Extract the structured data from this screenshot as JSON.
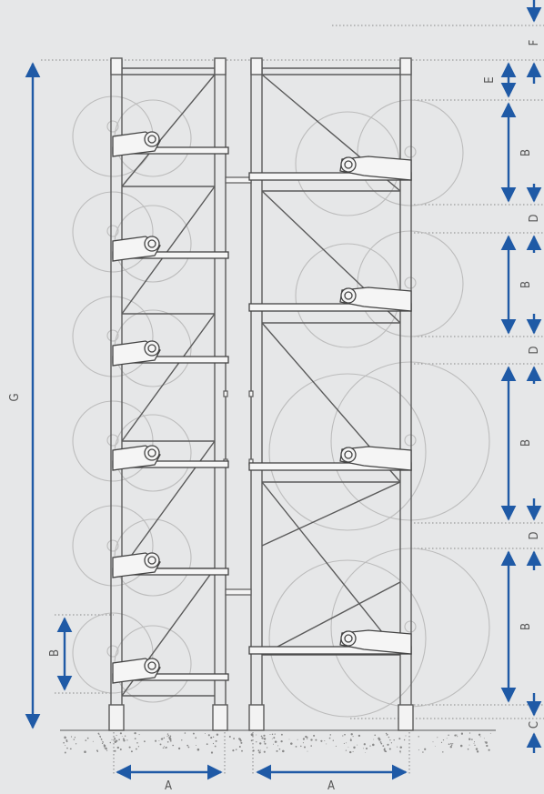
{
  "labels": {
    "A": "A",
    "B": "B",
    "C": "C",
    "D": "D",
    "E": "E",
    "F": "F",
    "G": "G"
  },
  "colors": {
    "background": "#e6e7e8",
    "frame": "#5a5a5a",
    "reel": "#bcbcbc",
    "dimension_arrow": "#1f5aa6",
    "dotted_line": "#6a6a6a",
    "ground": "#8a8a8a"
  }
}
